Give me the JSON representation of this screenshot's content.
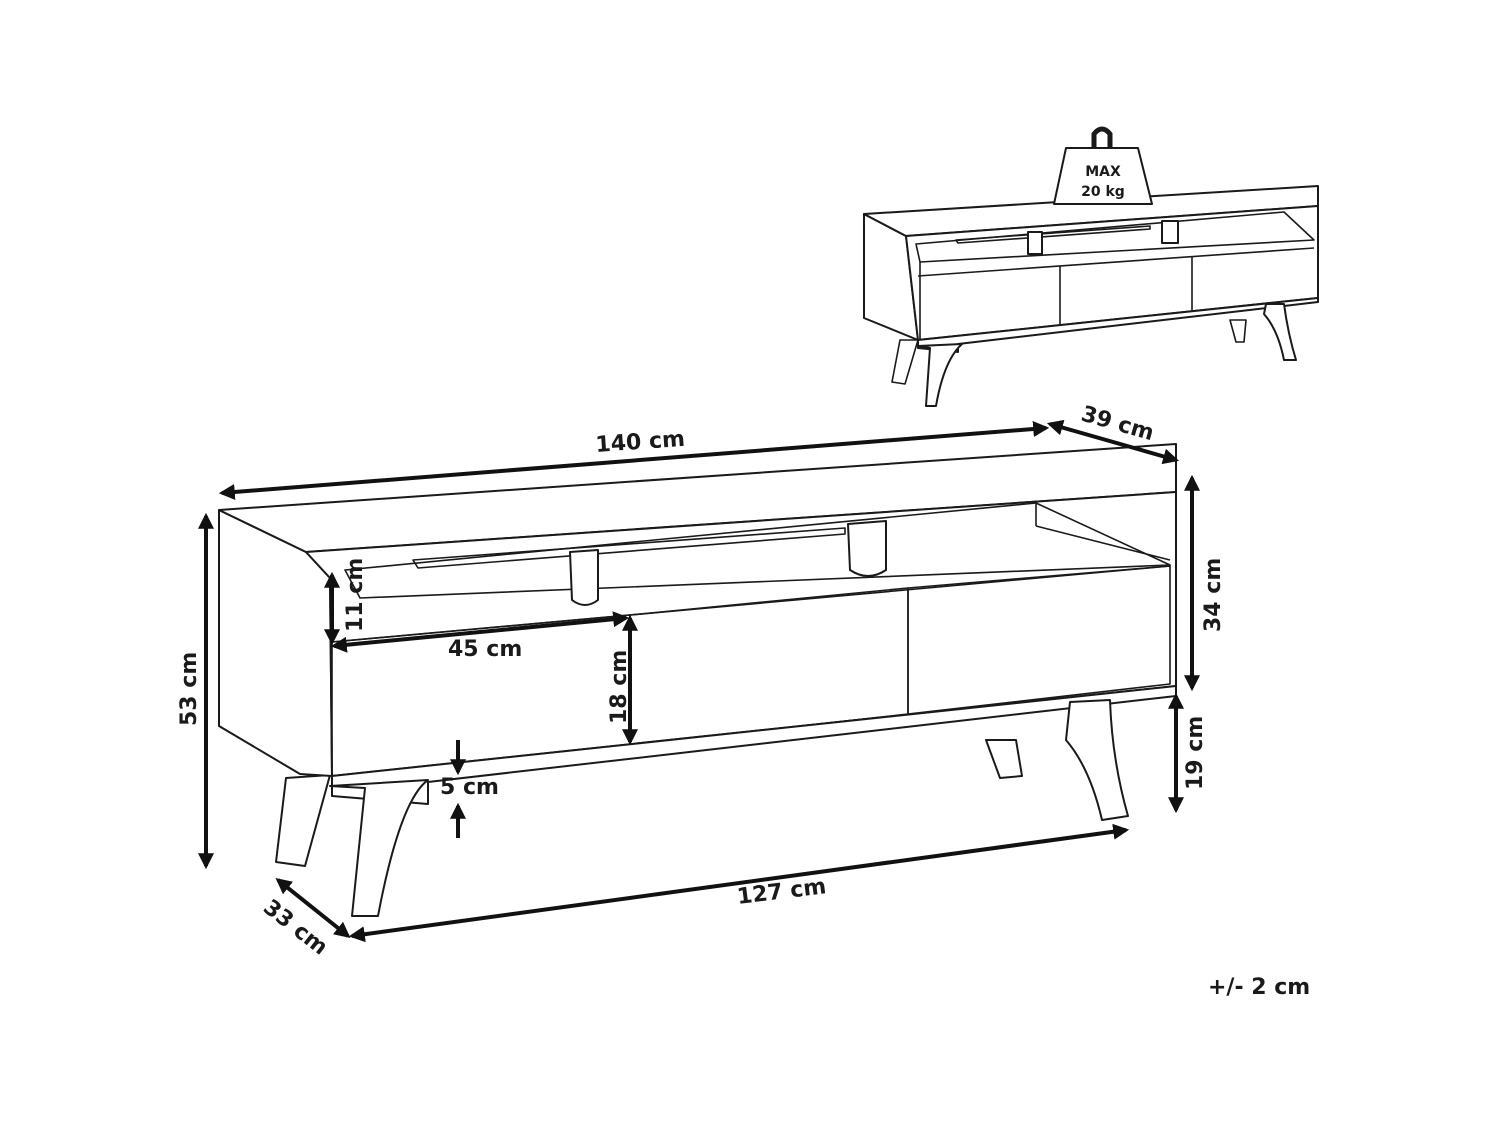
{
  "dimensions": {
    "width": "140 cm",
    "depth": "39 cm",
    "height": "53 cm",
    "body_height": "34 cm",
    "leg_height": "19 cm",
    "open_shelf_height": "11 cm",
    "drawer_width": "45 cm",
    "drawer_height": "18 cm",
    "bottom_gap": "5 cm",
    "leg_span_width": "127 cm",
    "leg_span_depth": "33 cm"
  },
  "tolerance": "+/- 2 cm",
  "max_load": {
    "line1": "MAX",
    "line2": "20 kg"
  }
}
